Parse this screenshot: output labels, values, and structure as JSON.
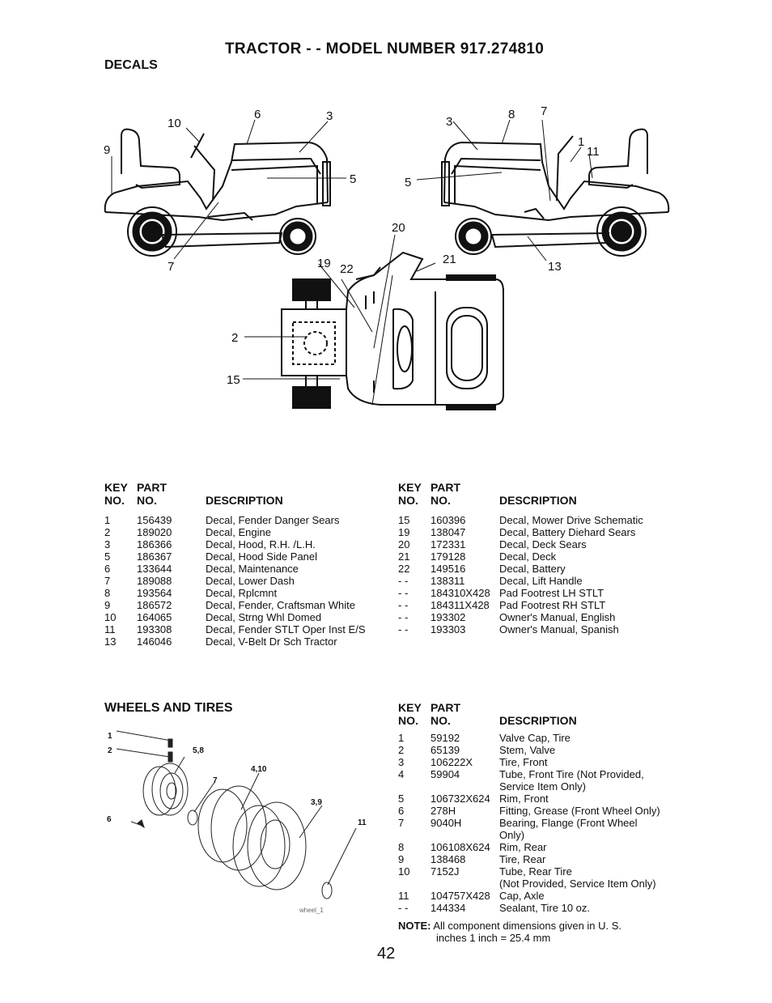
{
  "page_title": "TRACTOR - - MODEL NUMBER 917.274810",
  "decals_heading": "DECALS",
  "wheels_heading": "WHEELS AND TIRES",
  "table_headers": {
    "key_1": "KEY",
    "key_2": "NO.",
    "part_1": "PART",
    "part_2": "NO.",
    "description": "DESCRIPTION"
  },
  "decal_callouts": {
    "c1": "1",
    "c2": "2",
    "c3": "3",
    "c5": "5",
    "c6": "6",
    "c7": "7",
    "c8": "8",
    "c9": "9",
    "c10": "10",
    "c11": "11",
    "c13": "13",
    "c15": "15",
    "c19": "19",
    "c20": "20",
    "c21": "21",
    "c22": "22"
  },
  "wheel_callouts": {
    "w1": "1",
    "w2": "2",
    "w58": "5,8",
    "w7": "7",
    "w410": "4,10",
    "w39": "3,9",
    "w6": "6",
    "w11": "11",
    "image_label": "wheel_1"
  },
  "decals_left": [
    {
      "key": "1",
      "part": "156439",
      "desc": "Decal, Fender Danger Sears"
    },
    {
      "key": "2",
      "part": "189020",
      "desc": "Decal, Engine"
    },
    {
      "key": "3",
      "part": "186366",
      "desc": "Decal, Hood, R.H. /L.H."
    },
    {
      "key": "5",
      "part": "186367",
      "desc": "Decal, Hood Side Panel"
    },
    {
      "key": "6",
      "part": "133644",
      "desc": "Decal, Maintenance"
    },
    {
      "key": "7",
      "part": "189088",
      "desc": "Decal, Lower Dash"
    },
    {
      "key": "8",
      "part": "193564",
      "desc": "Decal, Rplcmnt"
    },
    {
      "key": "9",
      "part": "186572",
      "desc": "Decal, Fender, Craftsman White"
    },
    {
      "key": "10",
      "part": "164065",
      "desc": "Decal, Strng Whl Domed"
    },
    {
      "key": "11",
      "part": "193308",
      "desc": "Decal, Fender STLT Oper Inst E/S"
    },
    {
      "key": "13",
      "part": "146046",
      "desc": "Decal, V-Belt Dr Sch Tractor"
    }
  ],
  "decals_right": [
    {
      "key": "15",
      "part": "160396",
      "desc": "Decal, Mower Drive Schematic"
    },
    {
      "key": "19",
      "part": "138047",
      "desc": "Decal, Battery Diehard Sears"
    },
    {
      "key": "20",
      "part": "172331",
      "desc": "Decal, Deck Sears"
    },
    {
      "key": "21",
      "part": "179128",
      "desc": "Decal, Deck"
    },
    {
      "key": "22",
      "part": "149516",
      "desc": "Decal, Battery"
    },
    {
      "key": "- -",
      "part": "138311",
      "desc": "Decal, Lift Handle"
    },
    {
      "key": "- -",
      "part": "184310X428",
      "desc": "Pad Footrest LH STLT"
    },
    {
      "key": "- -",
      "part": "184311X428",
      "desc": "Pad Footrest RH STLT"
    },
    {
      "key": "- -",
      "part": "193302",
      "desc": "Owner's Manual, English"
    },
    {
      "key": "- -",
      "part": "193303",
      "desc": "Owner's Manual, Spanish"
    }
  ],
  "wheels_rows": [
    {
      "key": "1",
      "part": "59192",
      "desc": "Valve Cap, Tire"
    },
    {
      "key": "2",
      "part": "65139",
      "desc": "Stem, Valve"
    },
    {
      "key": "3",
      "part": "106222X",
      "desc": "Tire, Front"
    },
    {
      "key": "4",
      "part": "59904",
      "desc": "Tube, Front Tire  (Not Provided,"
    },
    {
      "key": "",
      "part": "",
      "desc": "Service Item Only)"
    },
    {
      "key": "5",
      "part": "106732X624",
      "desc": "Rim, Front"
    },
    {
      "key": "6",
      "part": "278H",
      "desc": "Fitting, Grease (Front Wheel Only)"
    },
    {
      "key": "7",
      "part": "9040H",
      "desc": "Bearing, Flange (Front Wheel"
    },
    {
      "key": "",
      "part": "",
      "desc": "Only)"
    },
    {
      "key": "8",
      "part": "106108X624",
      "desc": "Rim, Rear"
    },
    {
      "key": "9",
      "part": "138468",
      "desc": "Tire, Rear"
    },
    {
      "key": "10",
      "part": "7152J",
      "desc": "Tube, Rear Tire"
    },
    {
      "key": "",
      "part": "",
      "desc": "(Not Provided, Service Item Only)"
    },
    {
      "key": "11",
      "part": "104757X428",
      "desc": "Cap, Axle"
    },
    {
      "key": "- -",
      "part": "144334",
      "desc": "Sealant, Tire 10 oz."
    }
  ],
  "note_label": "NOTE:",
  "note_line1": "All component dimensions given in U. S.",
  "note_line2": "inches 1 inch = 25.4 mm",
  "page_number": "42"
}
